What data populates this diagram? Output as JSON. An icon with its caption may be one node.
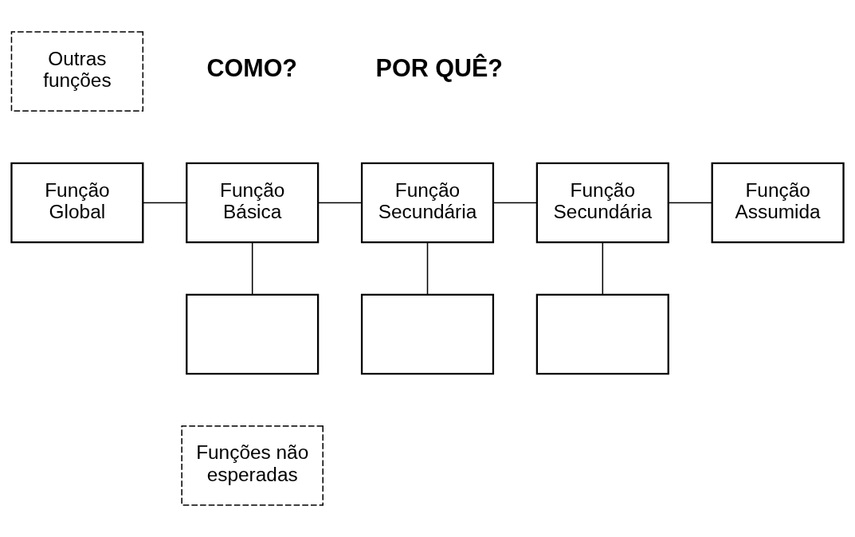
{
  "diagram": {
    "nodes": [
      {
        "text": [
          "Outras funções"
        ]
      },
      {
        "text": [
          "Função Global"
        ]
      },
      {
        "text": [
          "Função Básica"
        ]
      },
      {
        "text": [
          "Função Secundária"
        ]
      },
      {
        "text": [
          "Função Secundária"
        ]
      },
      {
        "text": [
          "Função Assumida"
        ]
      },
      {
        "text": [],
        "shape": "box"
      },
      {
        "text": [],
        "shape": "box"
      },
      {
        "text": [],
        "shape": "box"
      },
      {
        "text": [
          "Funções não esperadas"
        ]
      }
    ],
    "edges": [
      {
        "from": 1,
        "to": 2,
        "arrow": "none"
      },
      {
        "from": 2,
        "to": 3,
        "arrow": "none"
      },
      {
        "from": 3,
        "to": 4,
        "arrow": "none"
      },
      {
        "from": 4,
        "to": 5,
        "arrow": "none"
      },
      {
        "from": 2,
        "to": 6,
        "arrow": "none"
      },
      {
        "from": 3,
        "to": 7,
        "arrow": "none"
      },
      {
        "from": 4,
        "to": 8,
        "arrow": "none"
      }
    ],
    "labels": [
      "COMO?",
      "POR QUÊ?"
    ]
  }
}
